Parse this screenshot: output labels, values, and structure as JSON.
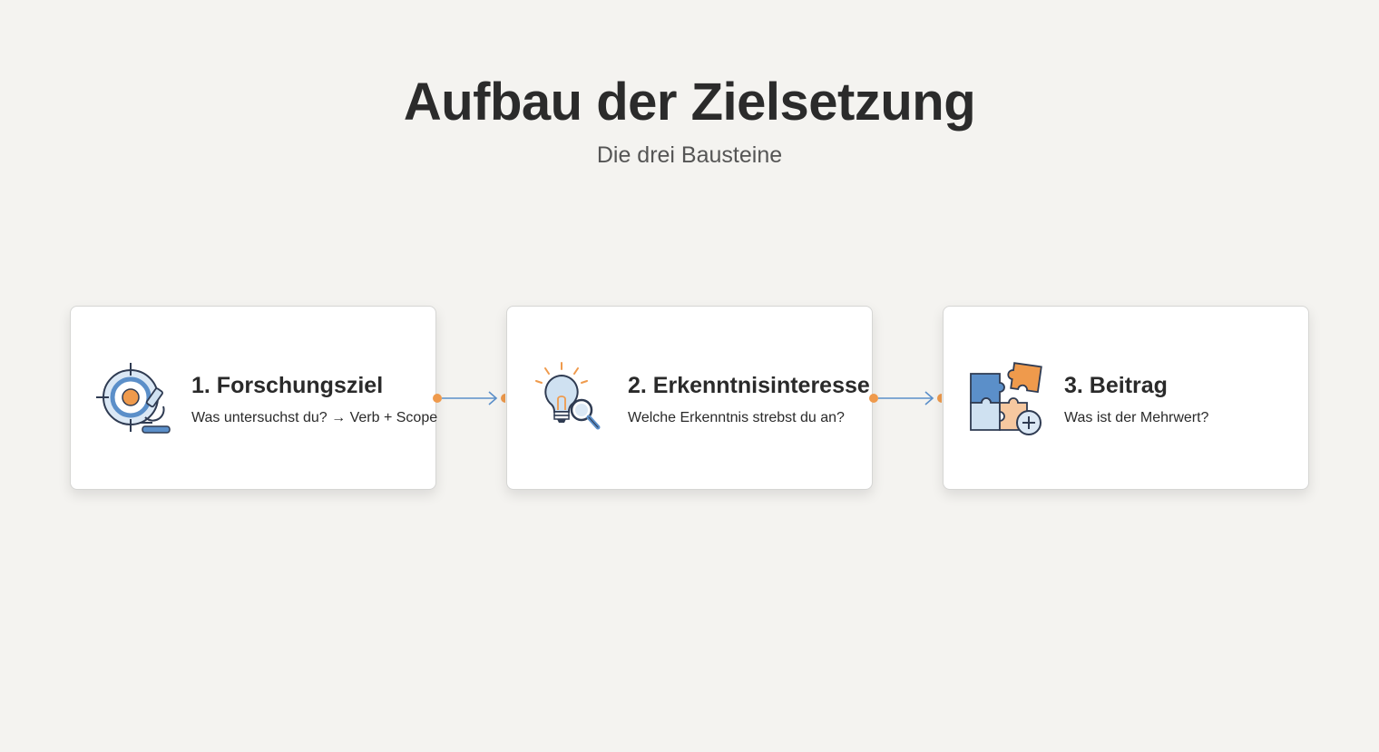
{
  "header": {
    "title": "Aufbau der Zielsetzung",
    "subtitle": "Die drei Bausteine"
  },
  "steps": [
    {
      "title": "1. Forschungsziel",
      "text": "Was untersuchst du? → Verb + Scope",
      "icon": "target-microscope-icon"
    },
    {
      "title": "2. Erkenntnisinteresse",
      "text": "Welche Erkenntnis strebst du an?",
      "icon": "lightbulb-magnifier-icon"
    },
    {
      "title": "3. Beitrag",
      "text": "Was ist der Mehrwert?",
      "icon": "puzzle-plus-icon"
    }
  ],
  "colors": {
    "background": "#f4f3f0",
    "accent_orange": "#ef9a4c",
    "accent_blue": "#5b8fc9",
    "light_blue": "#cfe1f1",
    "outline": "#2f3b52"
  }
}
